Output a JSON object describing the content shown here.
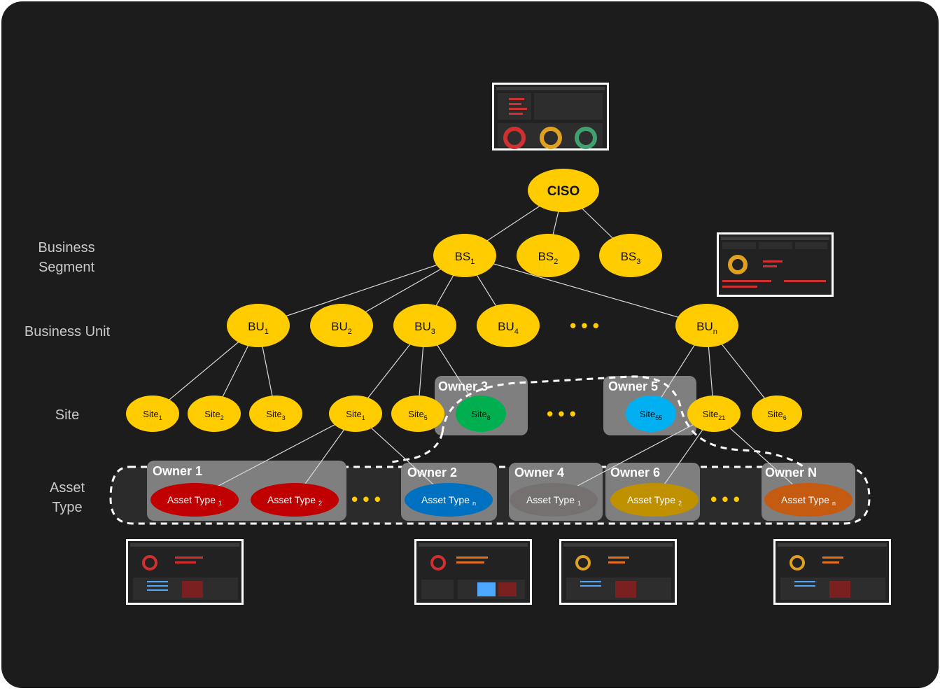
{
  "levels": {
    "business_segment": [
      "Business",
      "Segment"
    ],
    "business_unit": "Business Unit",
    "site": "Site",
    "asset_type": [
      "Asset",
      "Type"
    ]
  },
  "ciso": {
    "label": "CISO"
  },
  "segments": [
    {
      "base": "BS",
      "sub": "1"
    },
    {
      "base": "BS",
      "sub": "2"
    },
    {
      "base": "BS",
      "sub": "3"
    }
  ],
  "units": [
    {
      "base": "BU",
      "sub": "1"
    },
    {
      "base": "BU",
      "sub": "2"
    },
    {
      "base": "BU",
      "sub": "3"
    },
    {
      "base": "BU",
      "sub": "4"
    },
    {
      "base": "BU",
      "sub": "n"
    }
  ],
  "sites": [
    {
      "base": "Site",
      "sub": "1"
    },
    {
      "base": "Site",
      "sub": "2"
    },
    {
      "base": "Site",
      "sub": "3"
    },
    {
      "base": "Site",
      "sub": "1"
    },
    {
      "base": "Site",
      "sub": "5"
    },
    {
      "base": "Site",
      "sub": "8"
    },
    {
      "base": "Site",
      "sub": "55"
    },
    {
      "base": "Site",
      "sub": "21"
    },
    {
      "base": "Site",
      "sub": "6"
    }
  ],
  "owners": {
    "owner3": "Owner 3",
    "owner5": "Owner 5",
    "owner1": "Owner 1",
    "owner2": "Owner 2",
    "owner4": "Owner 4",
    "owner6": "Owner 6",
    "ownerN": "Owner N"
  },
  "assets": [
    {
      "base": "Asset Type",
      "sub": "1",
      "color": "#c00000"
    },
    {
      "base": "Asset Type",
      "sub": "2",
      "color": "#c00000"
    },
    {
      "base": "Asset Type",
      "sub": "n",
      "color": "#0070c0"
    },
    {
      "base": "Asset Type",
      "sub": "1",
      "color": "#757171"
    },
    {
      "base": "Asset Type",
      "sub": "2",
      "color": "#bf9000"
    },
    {
      "base": "Asset Type",
      "sub": "n",
      "color": "#c55a11"
    }
  ],
  "colors": {
    "background": "#1c1c1c",
    "node_yellow": "#ffcc00",
    "site8_green": "#00b050",
    "site55_blue": "#00b0f0",
    "owner_box": "#7f7f7f"
  },
  "ellipsis": "• • •",
  "icons": [
    "dashboard-thumbnail-icon"
  ]
}
